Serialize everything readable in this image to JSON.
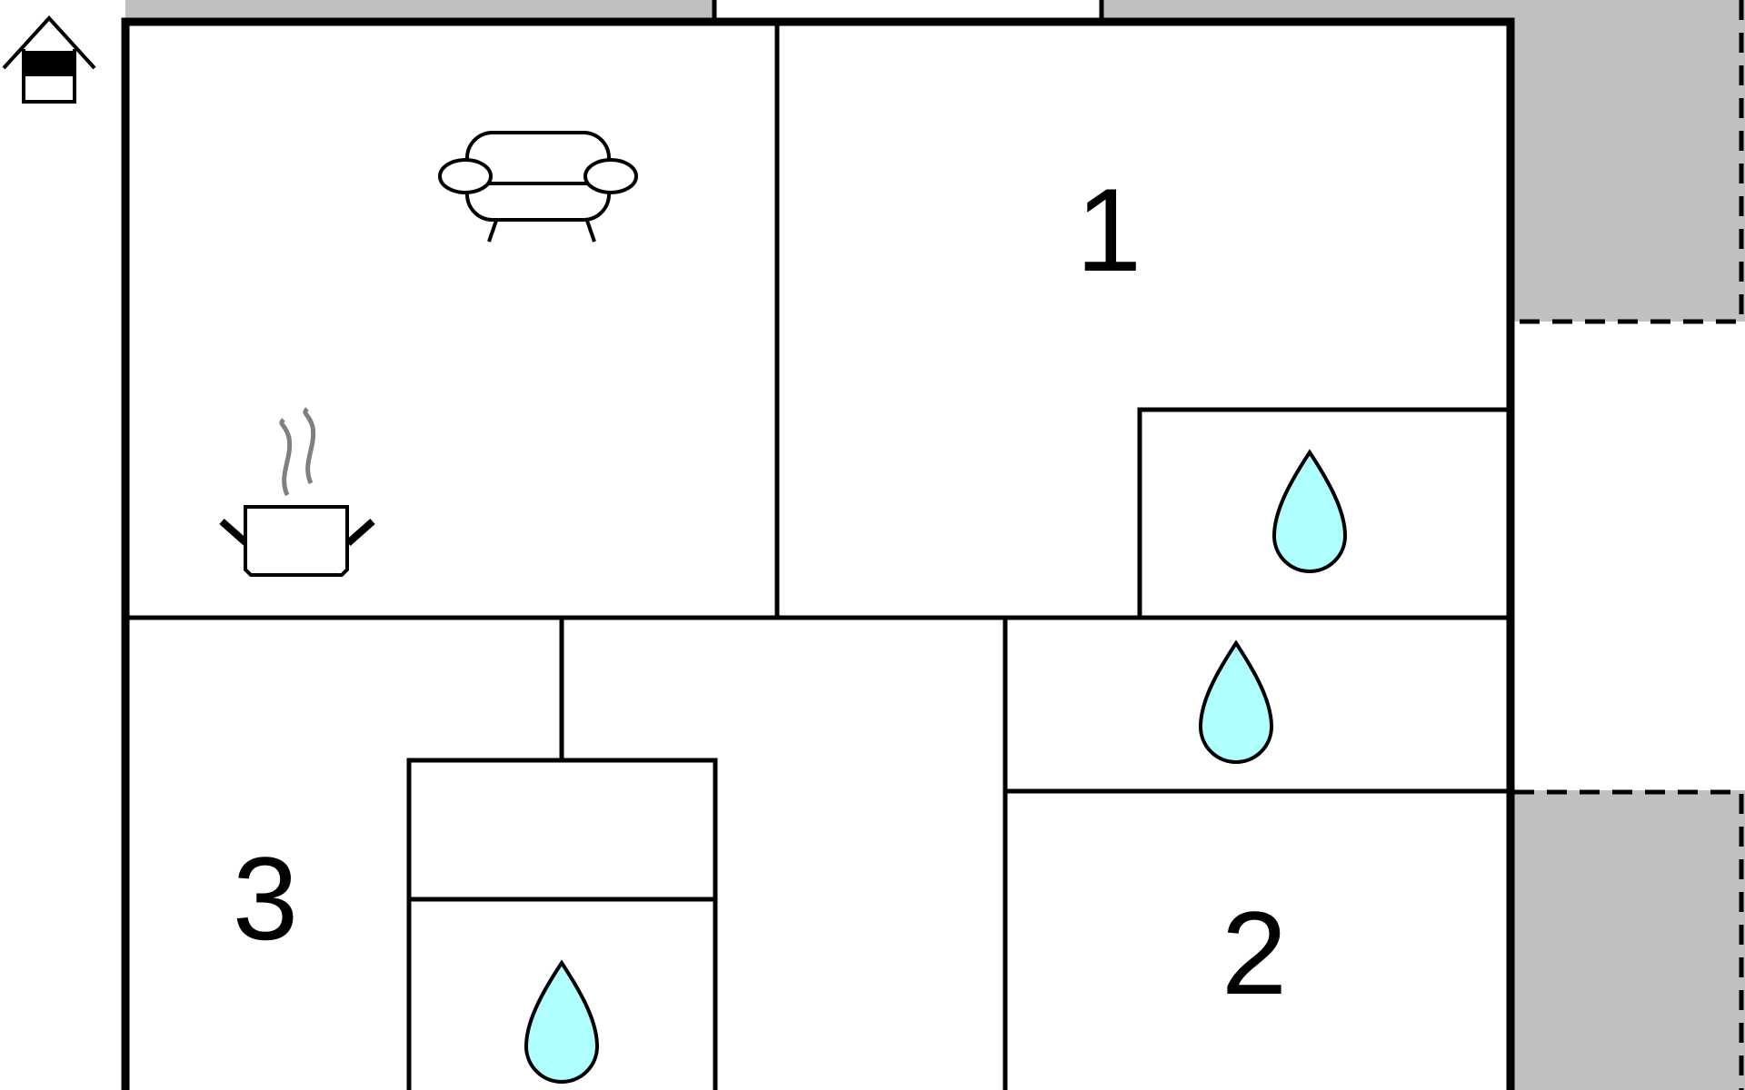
{
  "floorplan": {
    "rooms": [
      {
        "id": "bedroom-1",
        "number": "1"
      },
      {
        "id": "bedroom-2",
        "number": "2"
      },
      {
        "id": "bedroom-3",
        "number": "3"
      }
    ],
    "icons": {
      "house": "house-icon",
      "sofa": "sofa-icon",
      "kitchen": "cooking-pot-icon",
      "bathroom": "water-drop-icon"
    },
    "colors": {
      "outdoor_area": "#c0c0c0",
      "water_drop": "#b0ffff",
      "steam": "#808080",
      "wall": "#000000"
    }
  }
}
